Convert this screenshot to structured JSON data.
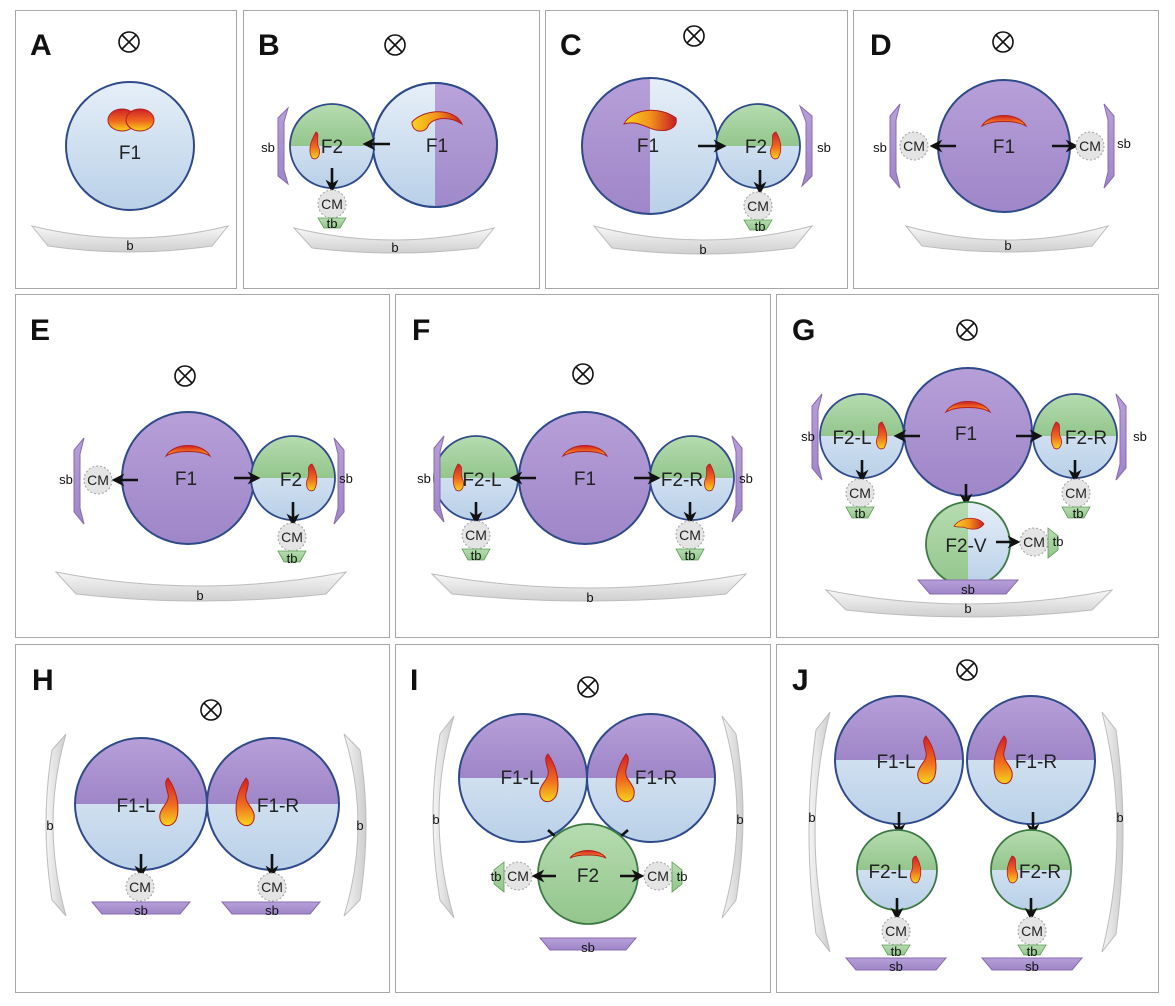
{
  "colors": {
    "cell_blue_top": "#dbe8f4",
    "cell_blue_bottom": "#bcd2e8",
    "cell_purple": "#a98fcf",
    "cell_green": "#a9d4a4",
    "cell_stroke": "#2f4a8a",
    "green_stroke": "#3c7a45",
    "flagellum_red": "#c51d25",
    "flagellum_yellow": "#f7d21a",
    "band_gray": "#e2e2e2",
    "band_purple": "#9f7ac0",
    "band_green": "#8dbd82",
    "cm_fill": "#e4e4e4"
  },
  "labels": {
    "view_symbol": "⊗",
    "basal_band": "b",
    "secondary_band": "sb",
    "tertiary_band": "tb",
    "centromere": "CM",
    "F1": "F1",
    "F2": "F2",
    "F1_L": "F1-L",
    "F1_R": "F1-R",
    "F2_L": "F2-L",
    "F2_R": "F2-R",
    "F2_V": "F2-V"
  },
  "panels": [
    {
      "id": "A",
      "label": "A"
    },
    {
      "id": "B",
      "label": "B"
    },
    {
      "id": "C",
      "label": "C"
    },
    {
      "id": "D",
      "label": "D"
    },
    {
      "id": "E",
      "label": "E"
    },
    {
      "id": "F",
      "label": "F"
    },
    {
      "id": "G",
      "label": "G"
    },
    {
      "id": "H",
      "label": "H"
    },
    {
      "id": "I",
      "label": "I"
    },
    {
      "id": "J",
      "label": "J"
    }
  ]
}
